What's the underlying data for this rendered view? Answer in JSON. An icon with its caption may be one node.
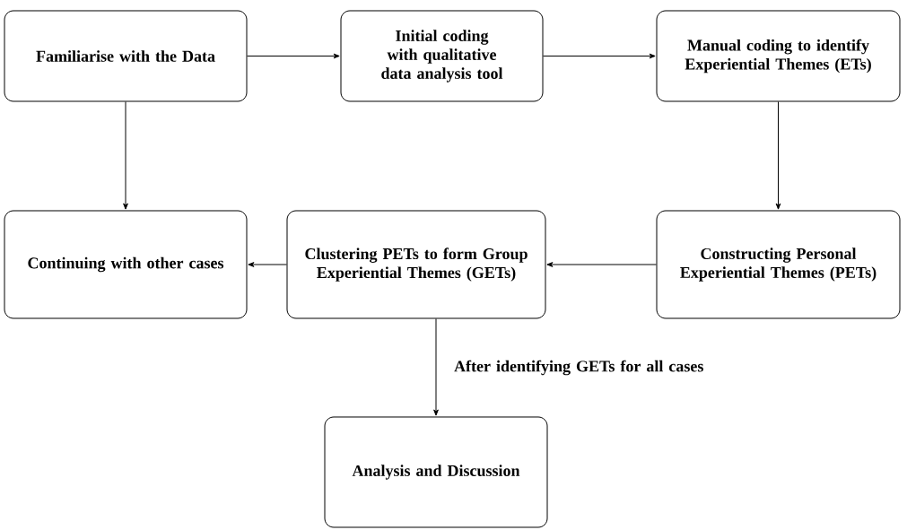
{
  "diagram": {
    "nodes": [
      {
        "text": [
          "Familiarise with the Data"
        ]
      },
      {
        "text": [
          "Initial coding with qualitative data analysis tool"
        ]
      },
      {
        "text": [
          "Manual coding to identify Experiential Themes (ETs)"
        ]
      },
      {
        "text": [
          "Continuing with other cases"
        ]
      },
      {
        "text": [
          "Clustering PETs to form Group Experiential Themes (GETs)"
        ]
      },
      {
        "text": [
          "Constructing Personal Experiential Themes (PETs)"
        ]
      },
      {
        "text": [
          "Analysis and Discussion"
        ]
      }
    ],
    "edges": [
      {
        "from": 0,
        "to": 1,
        "arrow": "to"
      },
      {
        "from": 1,
        "to": 2,
        "arrow": "to"
      },
      {
        "from": 0,
        "to": 3,
        "arrow": "to"
      },
      {
        "from": 2,
        "to": 5,
        "arrow": "to"
      },
      {
        "from": 5,
        "to": 4,
        "arrow": "to"
      },
      {
        "from": 4,
        "to": 3,
        "arrow": "to"
      },
      {
        "from": 4,
        "to": 6,
        "arrow": "to",
        "label": "After identifying GETs for all cases"
      }
    ]
  }
}
